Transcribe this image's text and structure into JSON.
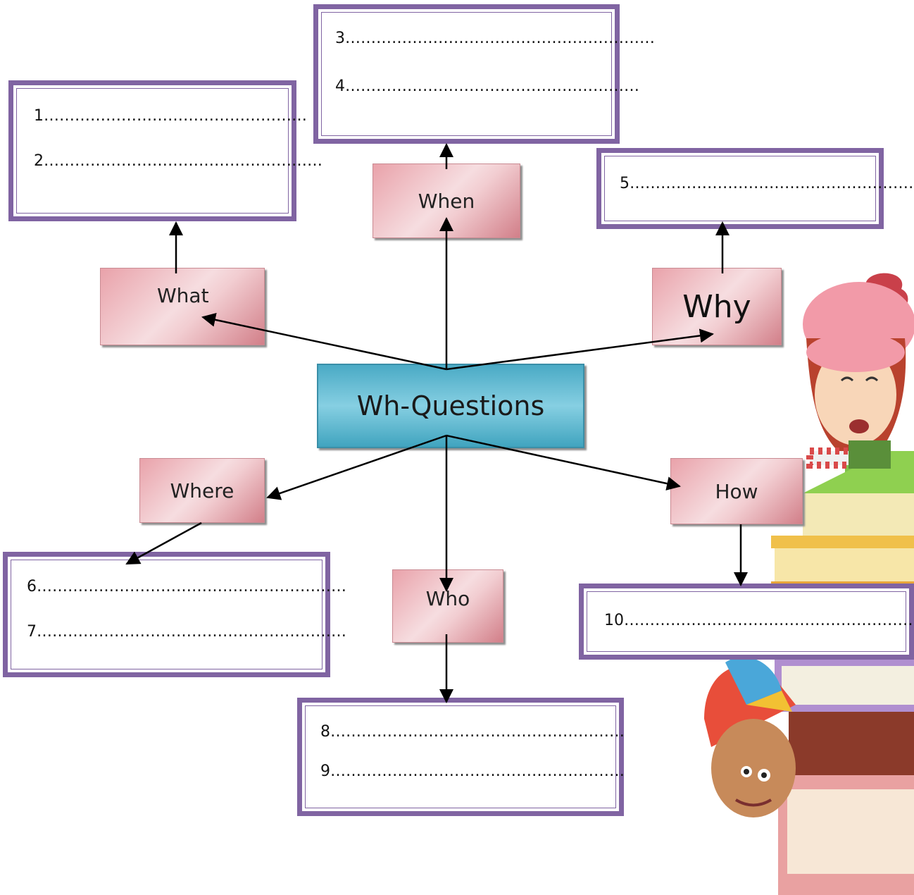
{
  "center": "Wh-Questions",
  "nodes": {
    "what": "What",
    "when": "When",
    "why": "Why",
    "where": "Where",
    "how": "How",
    "who": "Who"
  },
  "answers": {
    "l1": "1……………………………………………",
    "l2": "2………………………………………………",
    "l3": "3……………………………………………………",
    "l4": "4…………………………………………………",
    "l5": "5…………………………………………………",
    "l6": "6……………………………………………………",
    "l7": "7……………………………………………………",
    "l8": "8…………………………………………………",
    "l9": "9…………………………………………………",
    "l10": "10……………………………………………………"
  },
  "colors": {
    "box_border": "#8064a2",
    "node_fill": "#f2cdd1",
    "center_fill": "#4aaac5"
  }
}
